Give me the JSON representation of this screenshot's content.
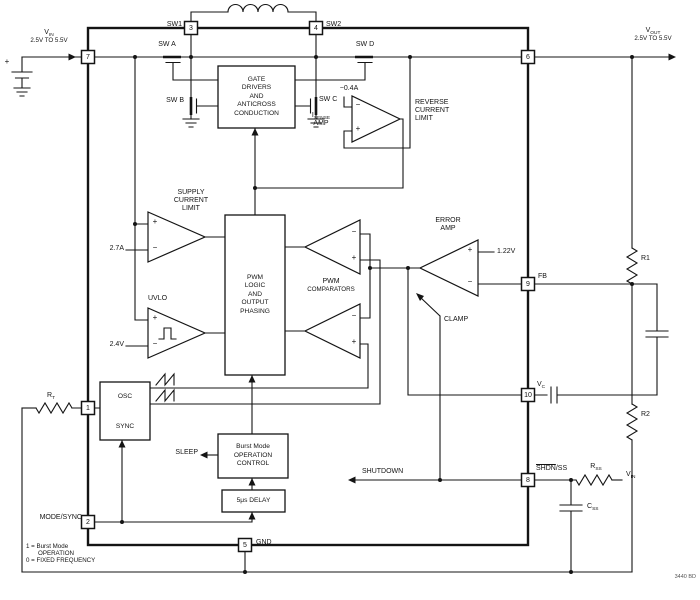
{
  "input": {
    "v": "V",
    "sub": "IN",
    "range": "2.5V TO 5.5V"
  },
  "output": {
    "v": "V",
    "sub": "OUT",
    "range": "2.5V TO 5.5V"
  },
  "pins": {
    "p1": "1",
    "p2": "2",
    "p3": "3",
    "p4": "4",
    "p5": "5",
    "p6": "6",
    "p7": "7",
    "p8": "8",
    "p9": "9",
    "p10": "10"
  },
  "pin_labels": {
    "sw1": "SW1",
    "sw2": "SW2",
    "fb": "FB",
    "vc_v": "V",
    "vc_sub": "C",
    "shdn": "SHDN",
    "ss": "/SS",
    "gnd": "GND",
    "mode_sync": "MODE/SYNC"
  },
  "switches": {
    "a": "SW A",
    "b": "SW B",
    "c": "SW C",
    "d": "SW D"
  },
  "blocks": {
    "gate_l1": "GATE",
    "gate_l2": "DRIVERS",
    "gate_l3": "AND",
    "gate_l4": "ANTICROSS",
    "gate_l5": "CONDUCTION",
    "pwm_l1": "PWM",
    "pwm_l2": "LOGIC",
    "pwm_l3": "AND",
    "pwm_l4": "OUTPUT",
    "pwm_l5": "PHASING",
    "osc": "OSC",
    "sync": "SYNC",
    "burst_l1": "Burst Mode",
    "burst_l2": "OPERATION",
    "burst_l3": "CONTROL",
    "delay": "5μs DELAY"
  },
  "amps": {
    "supply_l1": "SUPPLY",
    "supply_l2": "CURRENT",
    "supply_l3": "LIMIT",
    "uvlo": "UVLO",
    "rev_l1": "REVERSE",
    "rev_l2": "CURRENT",
    "rev_l3": "LIMIT",
    "isense_i": "I",
    "isense_sub": "SENSE",
    "isense_amp": "AMP",
    "error_l1": "ERROR",
    "error_l2": "AMP",
    "comp_l1": "PWM",
    "comp_l2": "COMPARATORS"
  },
  "refs": {
    "supply_limit": "2.7A",
    "uvlo_threshold": "2.4V",
    "vref": "1.22V",
    "reverse_limit": "−0.4A"
  },
  "signals": {
    "sleep": "SLEEP",
    "shutdown": "SHUTDOWN",
    "clamp": "CLAMP"
  },
  "external": {
    "r1": "R1",
    "r2": "R2",
    "rt_r": "R",
    "rt_sub": "T",
    "rss_r": "R",
    "rss_sub": "SS",
    "css_c": "C",
    "css_sub": "SS",
    "vin_v": "V",
    "vin_sub": "IN"
  },
  "notes": {
    "l1": "1 = Burst Mode",
    "l2": "OPERATION",
    "l3": "0 = FIXED FREQUENCY",
    "part_code": "3440 BD"
  },
  "signs": {
    "plus": "+",
    "minus": "−"
  }
}
